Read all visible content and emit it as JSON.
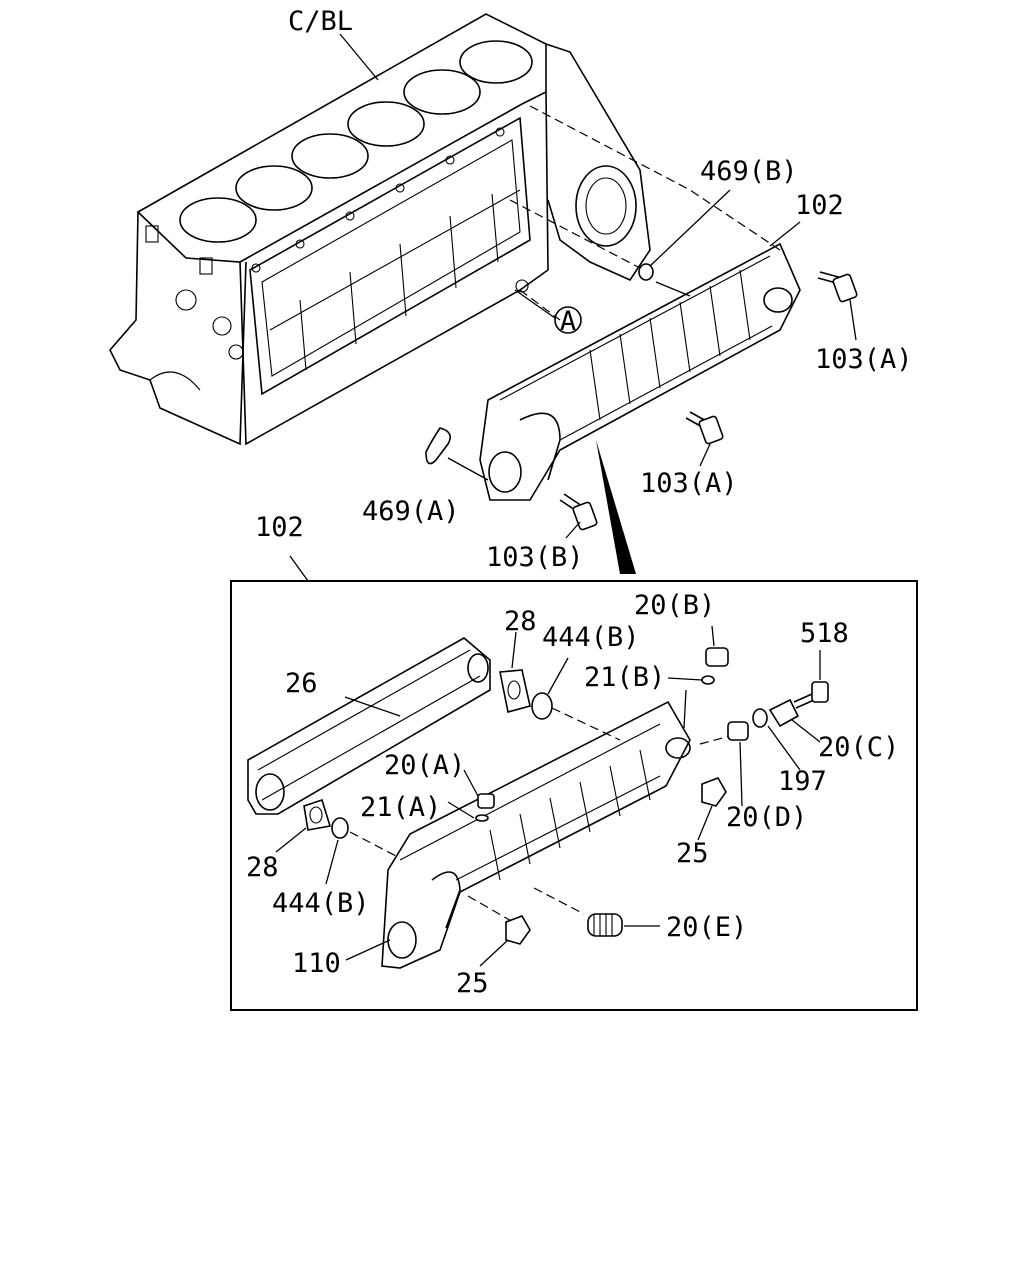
{
  "labels": {
    "cbl": "C/BL",
    "p469b": "469(B)",
    "p102_top": "102",
    "p103a_right": "103(A)",
    "circle_a": "A",
    "p103a_mid": "103(A)",
    "p469a": "469(A)",
    "p103b": "103(B)",
    "p102_box": "102",
    "p28_top": "28",
    "p444b_top": "444(B)",
    "p20b": "20(B)",
    "p518": "518",
    "p26": "26",
    "p21b": "21(B)",
    "p20c": "20(C)",
    "p197": "197",
    "p20a": "20(A)",
    "p21a": "21(A)",
    "p20d": "20(D)",
    "p25_right": "25",
    "p28_bottom": "28",
    "p444b_bottom": "444(B)",
    "p20e": "20(E)",
    "p110": "110",
    "p25_bottom": "25"
  }
}
